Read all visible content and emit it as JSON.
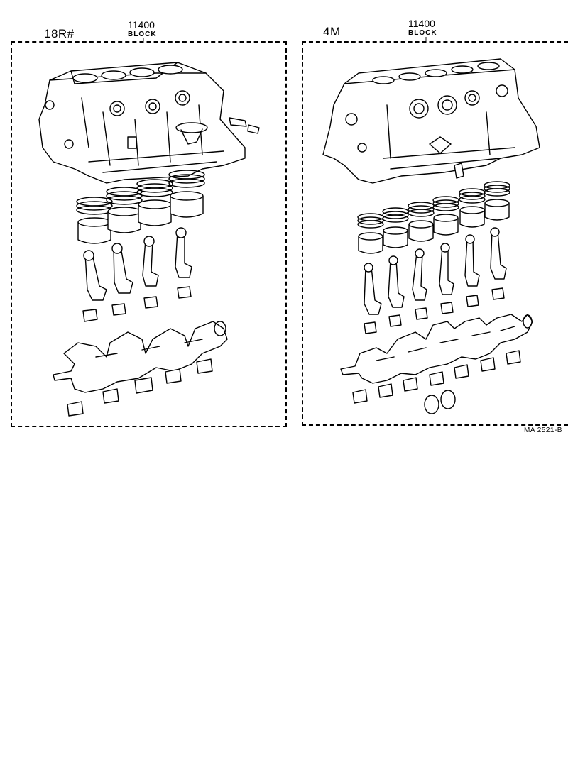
{
  "diagram": {
    "left": {
      "engine": "18R#",
      "part_number": "11400",
      "part_name": "BLOCK",
      "cylinders": 4
    },
    "right": {
      "engine": "4M",
      "part_number": "11400",
      "part_name": "BLOCK",
      "cylinders": 6
    },
    "reference_code": "MA 2521-B"
  }
}
